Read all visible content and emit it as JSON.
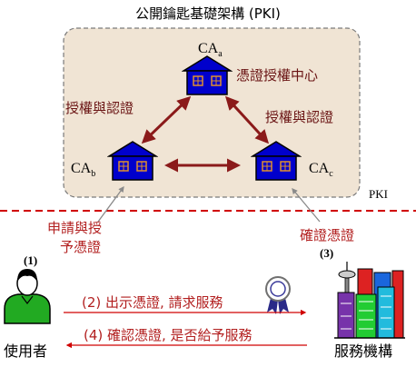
{
  "title": "公開鑰匙基礎架構 (PKI)",
  "pki_box": {
    "label": "PKI",
    "fill": "#f0e4d4",
    "border": "#7a7a7a"
  },
  "nodes": {
    "ca_a": {
      "name": "CA",
      "sub": "a",
      "caption": "憑證授權中心"
    },
    "ca_b": {
      "name": "CA",
      "sub": "b"
    },
    "ca_c": {
      "name": "CA",
      "sub": "c"
    }
  },
  "edges": {
    "a_b": "授權與認證",
    "a_c": "授權與認證"
  },
  "process": {
    "apply_line1": "申請與授",
    "apply_line2": "予憑證",
    "verify": "確證憑證",
    "step1": "(1)",
    "step3": "(3)",
    "step2": "(2) 出示憑證, 請求服務",
    "step4": "(4) 確認憑證, 是否給予服務"
  },
  "actors": {
    "user": "使用者",
    "service": "服務機構"
  },
  "icons": [
    "house-icon",
    "user-icon",
    "certificate-badge-icon",
    "buildings-icon"
  ],
  "colors": {
    "house": "#0000cc",
    "house_outline": "#000000",
    "arrow": "#8b1a1a",
    "red_text": "#b21f1f",
    "dashed_line": "#d00000",
    "user_body": "#22aa22"
  }
}
